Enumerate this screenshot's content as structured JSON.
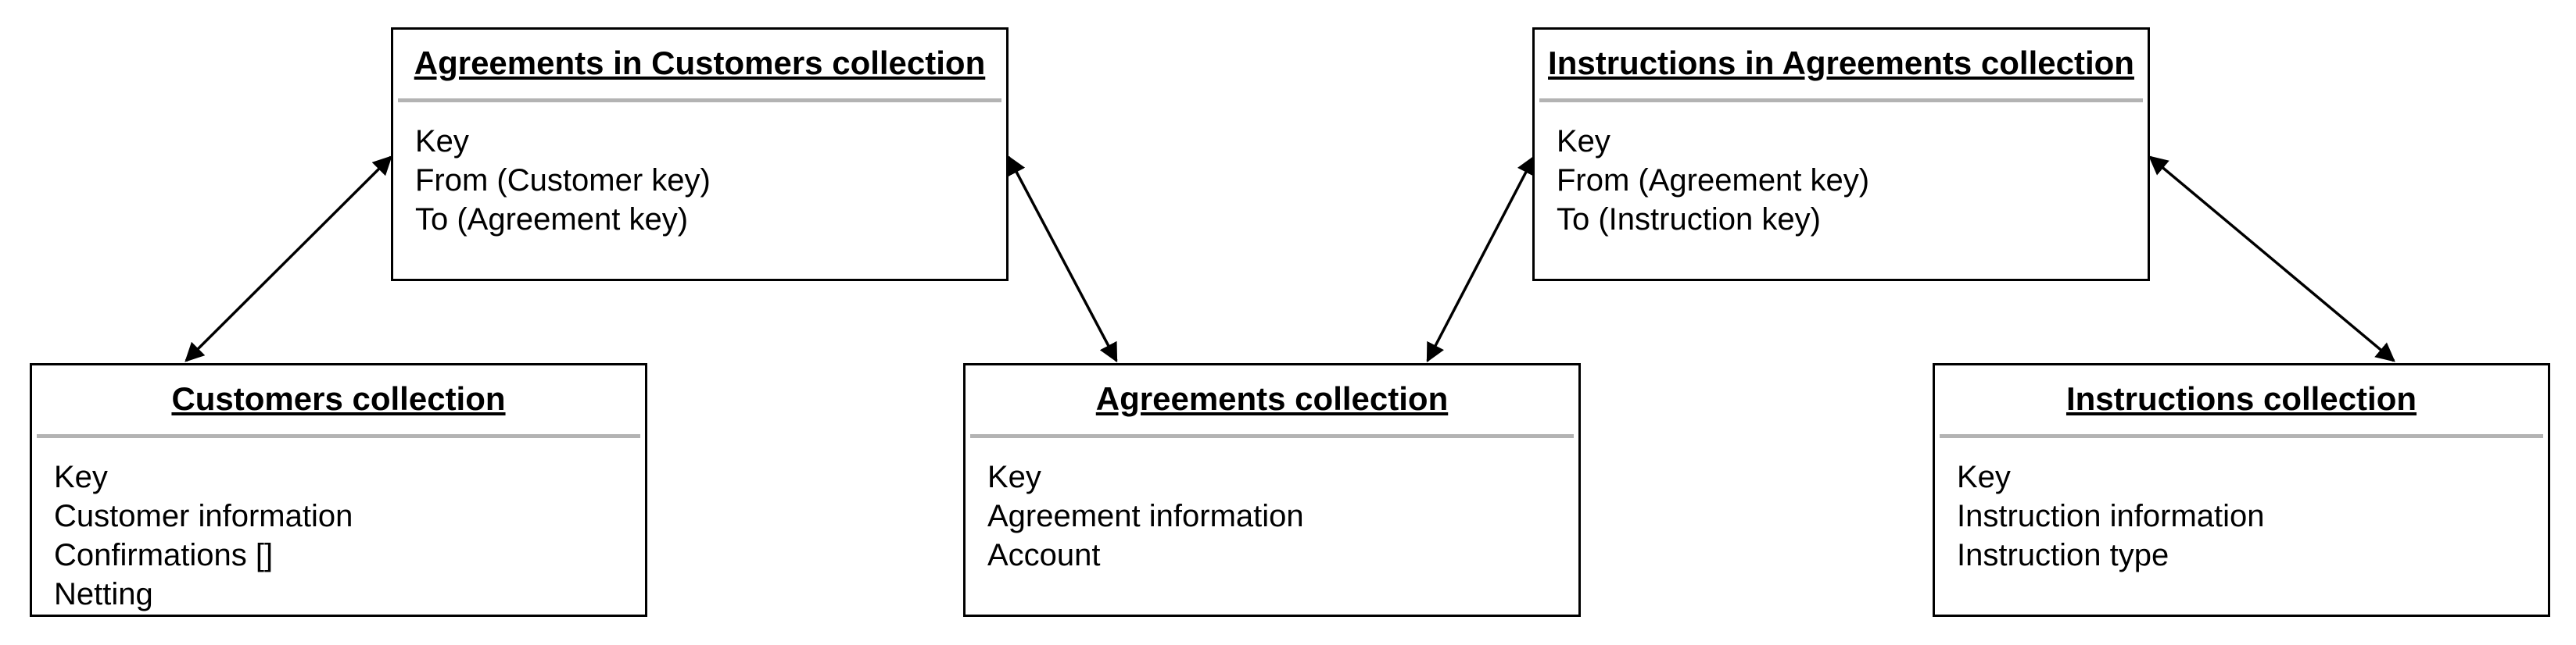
{
  "diagram": {
    "entities": [
      {
        "id": "agreements-in-customers",
        "title": "Agreements in Customers collection",
        "fields": [
          "Key",
          "From (Customer key)",
          "To (Agreement key)"
        ]
      },
      {
        "id": "instructions-in-agreements",
        "title": "Instructions in Agreements collection",
        "fields": [
          "Key",
          "From (Agreement key)",
          "To (Instruction key)"
        ]
      },
      {
        "id": "customers",
        "title": "Customers collection",
        "fields": [
          "Key",
          "Customer information",
          "Confirmations []",
          "Netting"
        ]
      },
      {
        "id": "agreements",
        "title": "Agreements collection",
        "fields": [
          "Key",
          "Agreement information",
          "Account"
        ]
      },
      {
        "id": "instructions",
        "title": "Instructions collection",
        "fields": [
          "Key",
          "Instruction information",
          "Instruction type"
        ]
      }
    ],
    "edges": [
      {
        "from": "agreements-in-customers",
        "to": "customers",
        "type": "bidirectional"
      },
      {
        "from": "agreements-in-customers",
        "to": "agreements",
        "type": "bidirectional"
      },
      {
        "from": "instructions-in-agreements",
        "to": "agreements",
        "type": "bidirectional"
      },
      {
        "from": "instructions-in-agreements",
        "to": "instructions",
        "type": "bidirectional"
      }
    ]
  }
}
